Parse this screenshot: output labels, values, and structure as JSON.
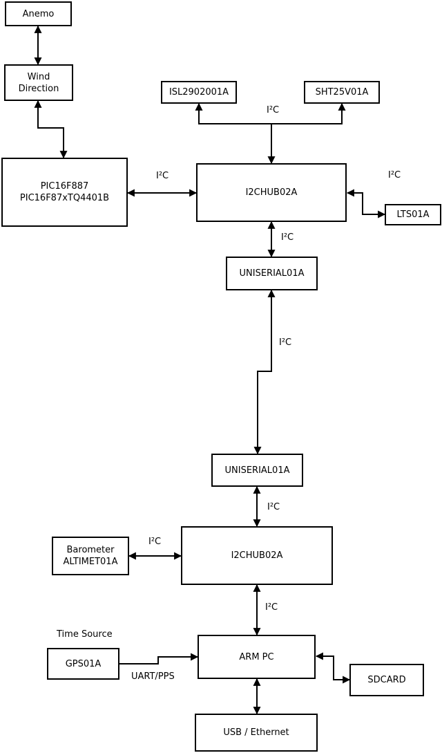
{
  "diagram": {
    "title_hint": "sensor-network block diagram",
    "boxes": {
      "anemo": {
        "label": "Anemo"
      },
      "wind": {
        "line1": "Wind",
        "line2": "Direction"
      },
      "pic": {
        "line1": "PIC16F887",
        "line2": "PIC16F87xTQ4401B"
      },
      "isl": {
        "label": "ISL2902001A"
      },
      "sht": {
        "label": "SHT25V01A"
      },
      "i2chub1": {
        "label": "I2CHUB02A"
      },
      "lts": {
        "label": "LTS01A"
      },
      "uniserial1": {
        "label": "UNISERIAL01A"
      },
      "uniserial2": {
        "label": "UNISERIAL01A"
      },
      "i2chub2": {
        "label": "I2CHUB02A"
      },
      "barometer": {
        "line1": "Barometer",
        "line2": "ALTIMET01A"
      },
      "gps": {
        "label": "GPS01A"
      },
      "arm_pc": {
        "label": "ARM PC"
      },
      "sdcard": {
        "label": "SDCARD"
      },
      "usb_ethernet": {
        "label": "USB / Ethernet"
      }
    },
    "labels": {
      "i2c": "I²C",
      "time_source": "Time Source",
      "uart_pps": "UART/PPS"
    },
    "connections": [
      {
        "from": "Anemo",
        "to": "Wind Direction",
        "arrows": "both",
        "label": ""
      },
      {
        "from": "Wind Direction",
        "to": "PIC16F887 PIC16F87xTQ4401B",
        "arrows": "both",
        "label": ""
      },
      {
        "from": "PIC16F887 PIC16F87xTQ4401B",
        "to": "I2CHUB02A (upper)",
        "arrows": "both",
        "label": "I²C"
      },
      {
        "from": "I2CHUB02A (upper)",
        "to": "ISL2902001A",
        "arrows": "both",
        "label": "I²C"
      },
      {
        "from": "I2CHUB02A (upper)",
        "to": "SHT25V01A",
        "arrows": "both",
        "label": "I²C"
      },
      {
        "from": "I2CHUB02A (upper)",
        "to": "LTS01A",
        "arrows": "both",
        "label": "I²C"
      },
      {
        "from": "I2CHUB02A (upper)",
        "to": "UNISERIAL01A (upper)",
        "arrows": "both",
        "label": "I²C"
      },
      {
        "from": "UNISERIAL01A (upper)",
        "to": "UNISERIAL01A (lower)",
        "arrows": "both",
        "label": "I²C"
      },
      {
        "from": "UNISERIAL01A (lower)",
        "to": "I2CHUB02A (lower)",
        "arrows": "both",
        "label": "I²C"
      },
      {
        "from": "Barometer ALTIMET01A",
        "to": "I2CHUB02A (lower)",
        "arrows": "both",
        "label": "I²C"
      },
      {
        "from": "I2CHUB02A (lower)",
        "to": "ARM PC",
        "arrows": "both",
        "label": "I²C"
      },
      {
        "from": "GPS01A",
        "to": "ARM PC",
        "arrows": "into-target",
        "label": "UART/PPS"
      },
      {
        "from": "ARM PC",
        "to": "SDCARD",
        "arrows": "both",
        "label": ""
      },
      {
        "from": "ARM PC",
        "to": "USB / Ethernet",
        "arrows": "both",
        "label": ""
      }
    ]
  },
  "colors": {
    "line": "#000000",
    "background": "#ffffff",
    "box_fill": "#ffffff"
  }
}
